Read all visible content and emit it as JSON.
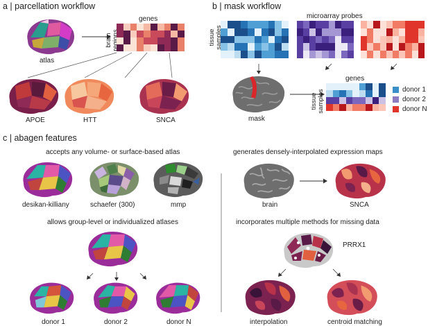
{
  "panels": {
    "a": {
      "title": "a | parcellation workflow"
    },
    "b": {
      "title": "b | mask workflow"
    },
    "c": {
      "title": "c | abagen features"
    }
  },
  "panel_a": {
    "genes_label": "genes",
    "brain_regions_label": "brain regions",
    "atlas_label": "atlas",
    "brains": [
      "APOE",
      "HTT",
      "SNCA"
    ]
  },
  "panel_b": {
    "probes_label": "microarray probes",
    "tissue_samples_label": "tissue samples",
    "mask_label": "mask",
    "genes_label": "genes",
    "tissue_samples_label2": "tissue samples",
    "legend": [
      {
        "label": "donor 1",
        "color": "#3b8fc9"
      },
      {
        "label": "donor 2",
        "color": "#8e7cc3"
      },
      {
        "label": "donor N",
        "color": "#e0352b"
      }
    ]
  },
  "panel_c": {
    "accepts_heading": "accepts any volume- or surface-based atlas",
    "atlases": [
      "desikan-killiany",
      "schaefer (300)",
      "mmp"
    ],
    "group_heading": "allows group-level or individualized atlases",
    "donors": [
      "donor 1",
      "donor 2",
      "donor N"
    ],
    "dense_heading": "generates densely-interpolated expression maps",
    "dense_labels": [
      "brain",
      "SNCA"
    ],
    "missing_heading": "incorporates multiple methods for missing data",
    "gene_label": "PRRX1",
    "methods": [
      "interpolation",
      "centroid matching"
    ]
  }
}
